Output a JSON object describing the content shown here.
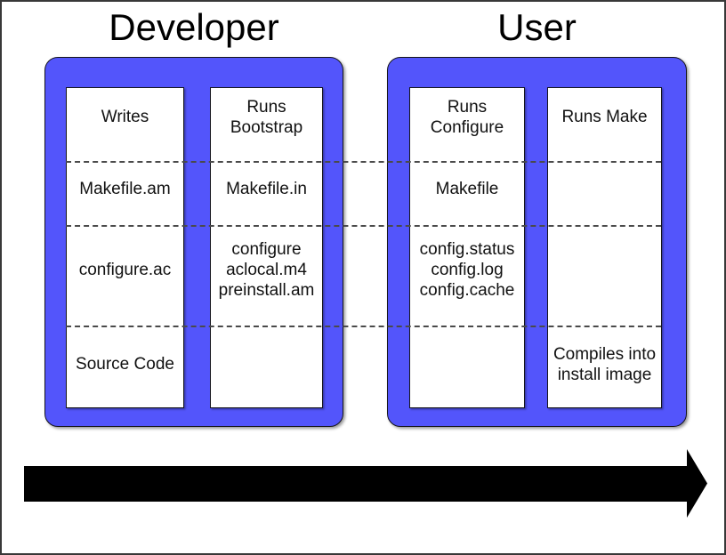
{
  "diagram": {
    "panels": [
      {
        "title": "Developer",
        "columns": [
          {
            "cells": [
              "Writes",
              "Makefile.am",
              "configure.ac",
              "Source Code"
            ]
          },
          {
            "cells": [
              "Runs\nBootstrap",
              "Makefile.in",
              "configure\naclocal.m4\npreinstall.am",
              ""
            ]
          }
        ]
      },
      {
        "title": "User",
        "columns": [
          {
            "cells": [
              "Runs\nConfigure",
              "Makefile",
              "config.status\nconfig.log\nconfig.cache",
              ""
            ]
          },
          {
            "cells": [
              "Runs Make",
              "",
              "",
              "Compiles into\ninstall image"
            ]
          }
        ]
      }
    ],
    "colors": {
      "panel_fill": "#5355FB",
      "panel_border": "#15151C",
      "cell_bg": "#FFFFFF",
      "dash": "#4A4A4A",
      "arrow": "#000000",
      "text": "#111111"
    },
    "arrow": {
      "direction": "right"
    }
  }
}
